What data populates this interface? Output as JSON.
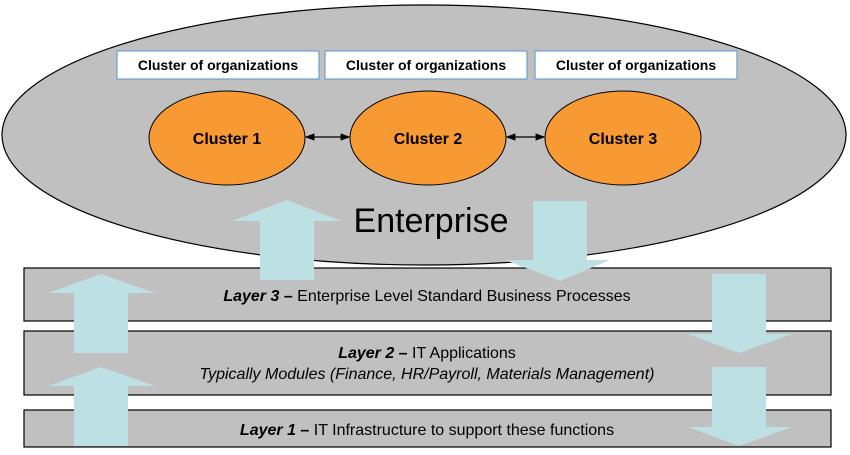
{
  "colors": {
    "enterprise_fill": "#c0c0c0",
    "cluster_fill": "#f89a33",
    "org_box_border": "#6aa0d0",
    "arrow_fill": "#bde0e4",
    "layer_fill": "#c0c0c0",
    "outline": "#000000"
  },
  "enterprise": {
    "label": "Enterprise",
    "org_boxes": [
      {
        "label": "Cluster of organizations"
      },
      {
        "label": "Cluster of organizations"
      },
      {
        "label": "Cluster of organizations"
      }
    ],
    "clusters": [
      {
        "label": "Cluster 1"
      },
      {
        "label": "Cluster 2"
      },
      {
        "label": "Cluster 3"
      }
    ],
    "links": [
      {
        "from": "Cluster 1",
        "to": "Cluster 2",
        "type": "bidirectional"
      },
      {
        "from": "Cluster 2",
        "to": "Cluster 3",
        "type": "bidirectional"
      }
    ]
  },
  "layers": [
    {
      "id": "layer3",
      "title": "Layer 3 –",
      "text": " Enterprise Level Standard Business Processes"
    },
    {
      "id": "layer2",
      "title": "Layer 2 –",
      "text": " IT Applications",
      "subtitle": "Typically Modules (Finance, HR/Payroll, Materials Management)"
    },
    {
      "id": "layer1",
      "title": "Layer 1 –",
      "text": " IT Infrastructure to support these functions"
    }
  ],
  "flows": {
    "upward": "Layer 1 → Layer 2 → Layer 3 → Enterprise",
    "downward": "Enterprise → Layer 3 → Layer 2 → Layer 1"
  }
}
